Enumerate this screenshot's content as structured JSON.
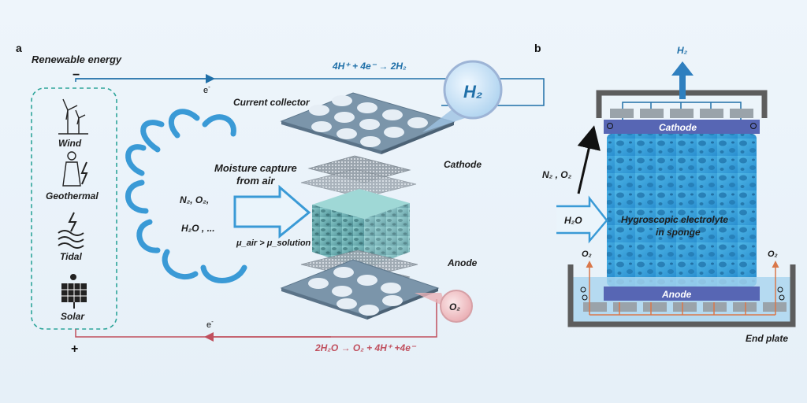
{
  "panel_a": {
    "letter": "a",
    "renewable_energy": "Renewable energy",
    "minus": "−",
    "plus": "+",
    "sources": [
      "Wind",
      "Geothermal",
      "Tidal",
      "Solar"
    ],
    "electron": "e",
    "electron_sup": "-",
    "cathode_reaction": "4H⁺ + 4e⁻ → 2H₂",
    "anode_reaction": "2H₂O → O₂ + 4H⁺ +4e⁻",
    "current_collector": "Current collector",
    "cathode": "Cathode",
    "anode": "Anode",
    "moisture_line1": "Moisture capture",
    "moisture_line2": "from air",
    "air_line1": "N₂, O₂,",
    "air_line2": "H₂O , ...",
    "mu_relation": "μ_air > μ_solution",
    "h2_bubble": "H₂",
    "o2_bubble": "O₂"
  },
  "panel_b": {
    "letter": "b",
    "h2_out": "H₂",
    "cathode": "Cathode",
    "anode": "Anode",
    "n2o2": "N₂ , O₂",
    "h2o": "H₂O",
    "sponge_line1": "Hygroscopic electrolyte",
    "sponge_line2": "in sponge",
    "o2_left": "O₂",
    "o2_right": "O₂",
    "end_plate": "End plate"
  },
  "colors": {
    "blue": "#1f6fa8",
    "red": "#c0505e",
    "teal": "#2ea59a",
    "plate": "#6c8aa0",
    "cathode_bar": "#5766b4"
  }
}
